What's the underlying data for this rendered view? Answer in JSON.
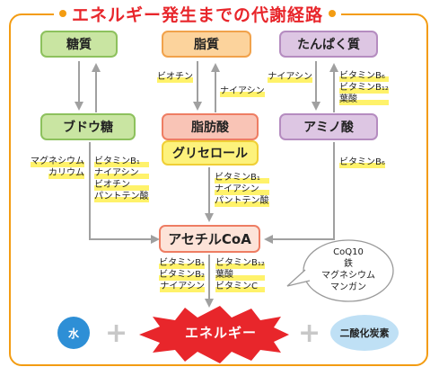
{
  "title": "エネルギー発生までの代謝経路",
  "nodes": {
    "carb": "糖質",
    "fat": "脂質",
    "protein": "たんぱく質",
    "glucose": "ブドウ糖",
    "fatty_acid": "脂肪酸",
    "glycerol": "グリセロール",
    "amino_acid": "アミノ酸",
    "acetyl_coa": "アセチルCoA"
  },
  "nutrients": {
    "fat_left": [
      "ビオチン"
    ],
    "fat_right": [
      "ナイアシン"
    ],
    "protein_left": [
      "ナイアシン"
    ],
    "protein_right": [
      "ビタミンB₆",
      "ビタミンB₁₂",
      "葉酸"
    ],
    "glucose_minerals": [
      "マグネシウム",
      "カリウム"
    ],
    "glucose_vitamins": [
      "ビタミンB₁",
      "ナイアシン",
      "ビオチン",
      "パントテン酸"
    ],
    "glycerol_down": [
      "ビタミンB₁",
      "ナイアシン",
      "パントテン酸"
    ],
    "amino_down": [
      "ビタミンB₆"
    ],
    "acoa_left": [
      "ビタミンB₁",
      "ビタミンB₂",
      "ナイアシン"
    ],
    "acoa_right": [
      "ビタミンB₁₂",
      "葉酸",
      "ビタミンC"
    ],
    "bubble": [
      "CoQ10",
      "鉄",
      "マグネシウム",
      "マンガン"
    ]
  },
  "outputs": {
    "water": "水",
    "energy": "エネルギー",
    "co2": "二酸化炭素",
    "plus": "+"
  },
  "colors": {
    "frame": "#f39c12",
    "title": "#e8262b",
    "arrow": "#a0a0a0",
    "energy": "#e8262b",
    "water": "#2e8fd6",
    "co2": "#bfe0f5"
  }
}
